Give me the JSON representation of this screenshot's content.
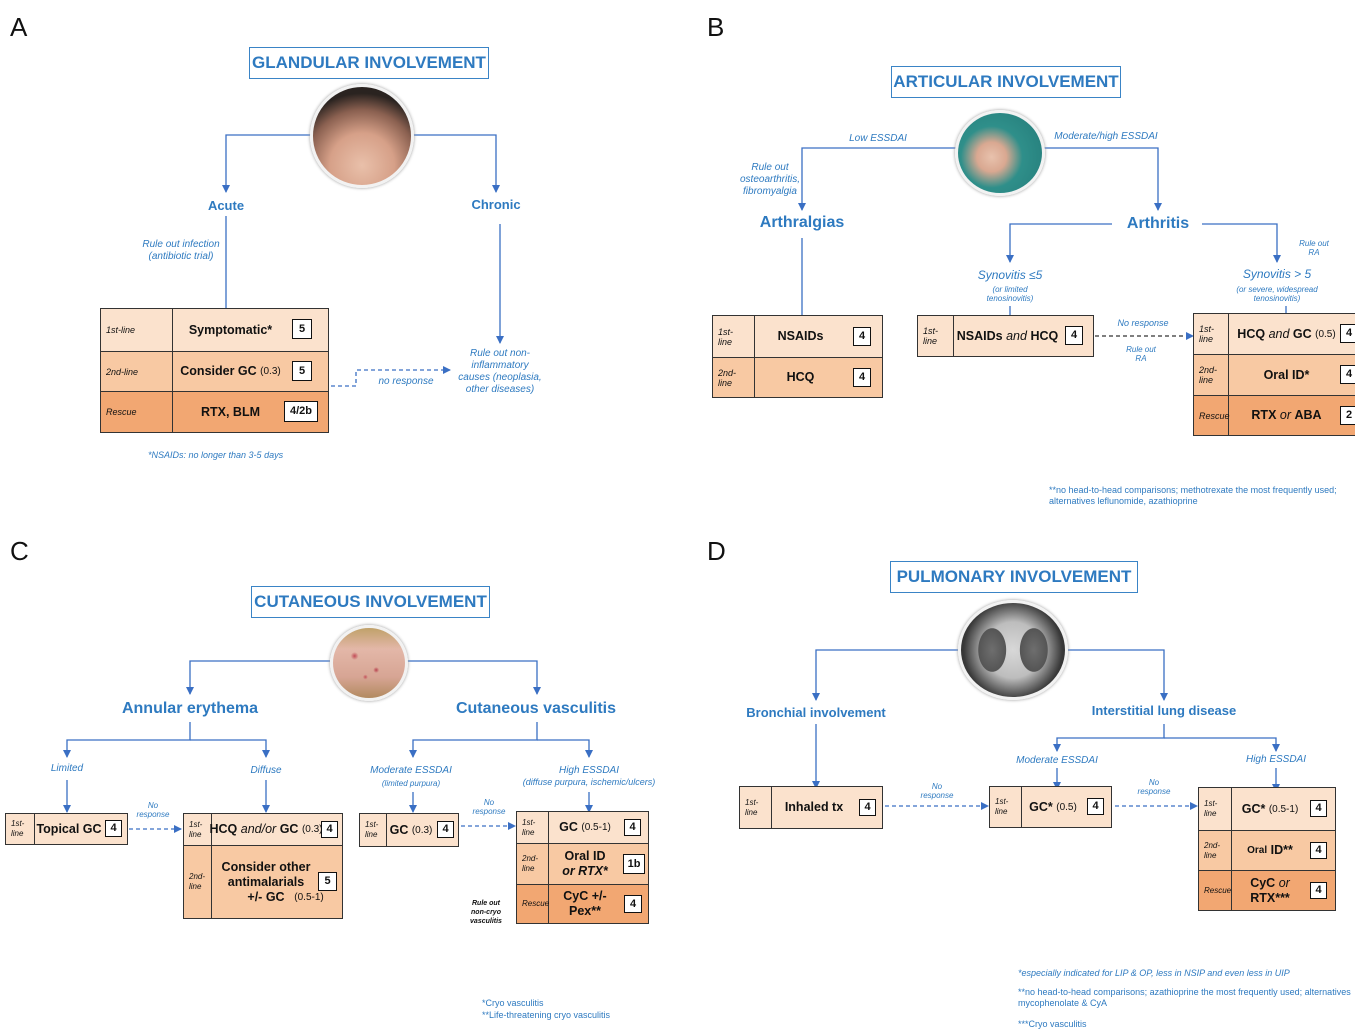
{
  "panels": {
    "A": {
      "letter": "A",
      "title": "GLANDULAR INVOLVEMENT",
      "branch_left": "Acute",
      "branch_right": "Chronic",
      "note_infection": "Rule out infection\n(antibiotic trial)",
      "rows": [
        {
          "line": "1st-line",
          "text": "Symptomatic*",
          "sub": "",
          "evidence": "5"
        },
        {
          "line": "2nd-line",
          "text": "Consider GC",
          "sub": "(0.3)",
          "evidence": "5"
        },
        {
          "line": "Rescue",
          "text": "RTX, BLM",
          "sub": "",
          "evidence": "4/2b"
        }
      ],
      "no_response": "no response",
      "rule_out_right": "Rule out non-\ninflammatory\ncauses (neoplasia,\nother diseases)",
      "footnote": "*NSAIDs: no longer than 3-5 days"
    },
    "B": {
      "letter": "B",
      "title": "ARTICULAR INVOLVEMENT",
      "low": "Low ESSDAI",
      "high": "Moderate/high ESSDAI",
      "rule_out_oa": "Rule out\nosteoarthritis,\nfibromyalgia",
      "branch_left": "Arthralgias",
      "branch_right": "Arthritis",
      "left_rows": [
        {
          "line": "1st-\nline",
          "text": "NSAIDs",
          "evidence": "4"
        },
        {
          "line": "2nd-\nline",
          "text": "HCQ",
          "evidence": "4"
        }
      ],
      "syn_low": "Synovitis ≤5",
      "syn_low_sub": "(or limited\ntenosinovitis)",
      "mid_row": {
        "line": "1st-\nline",
        "text_a": "NSAIDs",
        "text_and": "and",
        "text_b": "HCQ",
        "evidence": "4"
      },
      "no_response": "No response",
      "rule_out_ra": "Rule out\nRA",
      "rule_out_ra_top": "Rule out\nRA",
      "syn_high": "Synovitis > 5",
      "syn_high_sub": "(or severe, widespread\ntenosinovitis)",
      "right_rows": [
        {
          "line": "1st-\nline",
          "text_a": "HCQ",
          "text_and": "and",
          "text_b": "GC",
          "sub": "(0.5)",
          "evidence": "4"
        },
        {
          "line": "2nd-\nline",
          "text_a": "Oral ID*",
          "evidence": "4"
        },
        {
          "line": "Rescue",
          "text_a": "RTX",
          "text_and": "or",
          "text_b": "ABA",
          "evidence": "2"
        }
      ],
      "footnote": "**no head-to-head comparisons; methotrexate the most frequently used;\nalternatives leflunomide, azathioprine"
    },
    "C": {
      "letter": "C",
      "title": "CUTANEOUS INVOLVEMENT",
      "branch_left": "Annular erythema",
      "branch_right": "Cutaneous vasculitis",
      "limited": "Limited",
      "diffuse": "Diffuse",
      "moderate": "Moderate ESSDAI",
      "moderate_sub": "(limited purpura)",
      "high": "High ESSDAI",
      "high_sub": "(diffuse purpura, ischemic/ulcers)",
      "topical": {
        "line": "1st-\nline",
        "text": "Topical GC",
        "evidence": "4"
      },
      "no_response_1": "No\nresponse",
      "hcq_rows": [
        {
          "line": "1st-\nline",
          "text_a": "HCQ",
          "text_and": "and/or",
          "text_b": "GC",
          "sub": "(0.3)",
          "evidence": "4"
        },
        {
          "line": "2nd-\nline",
          "text_a": "Consider other\nantimalarials\n+/- GC",
          "sub": "(0.5-1)",
          "evidence": "5"
        }
      ],
      "gc_mod": {
        "line": "1st-\nline",
        "text": "GC",
        "sub": "(0.3)",
        "evidence": "4"
      },
      "no_response_2": "No\nresponse",
      "high_rows": [
        {
          "line": "1st-\nline",
          "text": "GC",
          "sub": "(0.5-1)",
          "evidence": "4"
        },
        {
          "line": "2nd-\nline",
          "text_a": "Oral ID",
          "text_b": "or RTX*",
          "evidence": "1b"
        },
        {
          "line": "Rescue",
          "text_a": "CyC +/-",
          "text_b": "Pex**",
          "evidence": "4"
        }
      ],
      "rule_out_cryo": "Rule out\nnon-cryo\nvasculitis",
      "footnote_1": "*Cryo vasculitis",
      "footnote_2": "**Life-threatening cryo vasculitis"
    },
    "D": {
      "letter": "D",
      "title": "PULMONARY INVOLVEMENT",
      "branch_left": "Bronchial involvement",
      "branch_right": "Interstitial lung disease",
      "moderate": "Moderate ESSDAI",
      "high": "High ESSDAI",
      "inhaled": {
        "line": "1st-\nline",
        "text": "Inhaled tx",
        "evidence": "4"
      },
      "no_response_1": "No\nresponse",
      "gc_mod": {
        "line": "1st-\nline",
        "text": "GC*",
        "sub": "(0.5)",
        "evidence": "4"
      },
      "no_response_2": "No\nresponse",
      "high_rows": [
        {
          "line": "1st-\nline",
          "text": "GC*",
          "sub": "(0.5-1)",
          "evidence": "4"
        },
        {
          "line": "2nd-\nline",
          "text_pre": "Oral",
          "text": "ID**",
          "evidence": "4"
        },
        {
          "line": "Rescue",
          "text_a": "CyC",
          "text_and": "or",
          "text_b": "RTX***",
          "evidence": "4"
        }
      ],
      "footnote_1": "*especially indicated for LIP & OP, less in NSIP and even less in UIP",
      "footnote_2": "**no head-to-head comparisons; azathioprine the most frequently used; alternatives\nmycophenolate & CyA",
      "footnote_3": "***Cryo vasculitis"
    }
  }
}
